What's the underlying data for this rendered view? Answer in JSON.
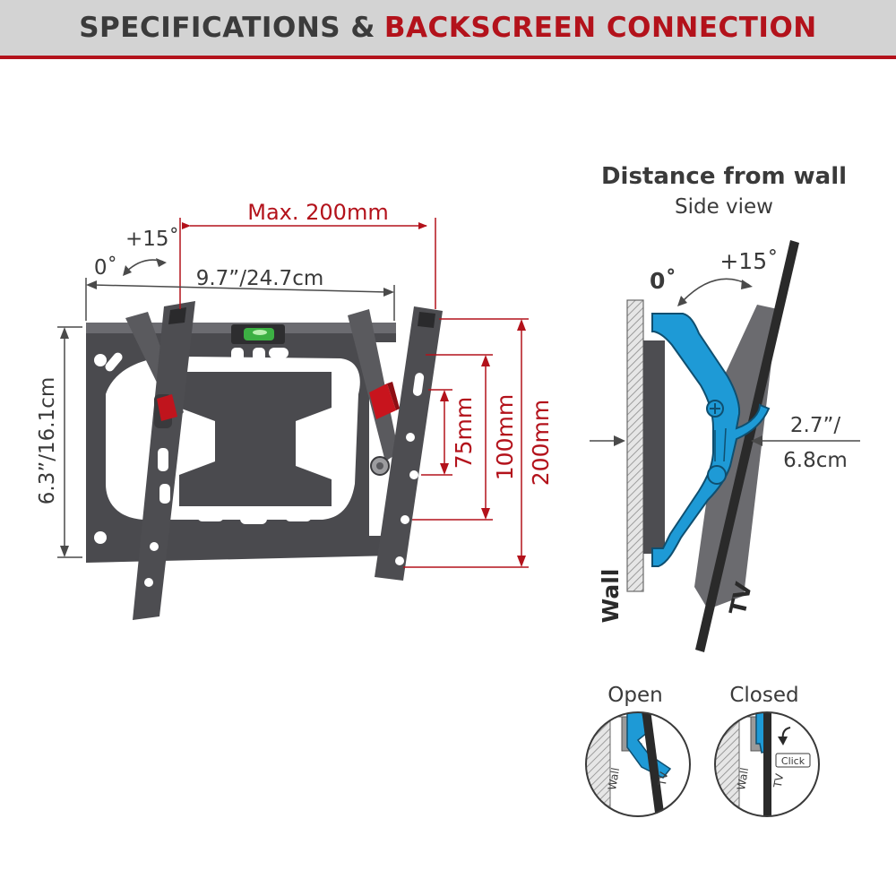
{
  "header": {
    "title_part1": "SPECIFICATIONS &",
    "title_part2": "BACKSCREEN CONNECTION"
  },
  "mount": {
    "max_width_label": "Max. 200mm",
    "width_label": "9.7”/24.7cm",
    "height_label": "6.3”/16.1cm",
    "tilt_max_label": "+15˚",
    "tilt_min_label": "0˚",
    "vesa_labels": [
      "75mm",
      "100mm",
      "200mm"
    ]
  },
  "side_view": {
    "title": "Distance from wall",
    "subtitle": "Side view",
    "tilt_min_label": "0˚",
    "tilt_max_label": "+15˚",
    "distance_label_line1": "2.7”/",
    "distance_label_line2": "6.8cm",
    "wall_label": "Wall",
    "tv_label": "TV"
  },
  "lock": {
    "open_label": "Open",
    "closed_label": "Closed",
    "wall_label": "Wall",
    "tv_label": "TV",
    "click_label": "Click"
  },
  "colors": {
    "accent_red": "#b3121b",
    "bracket_blue": "#1e9ad6",
    "metal_dark": "#3f3f42",
    "metal_mid": "#5a5a5e",
    "level_green": "#3cb043"
  }
}
